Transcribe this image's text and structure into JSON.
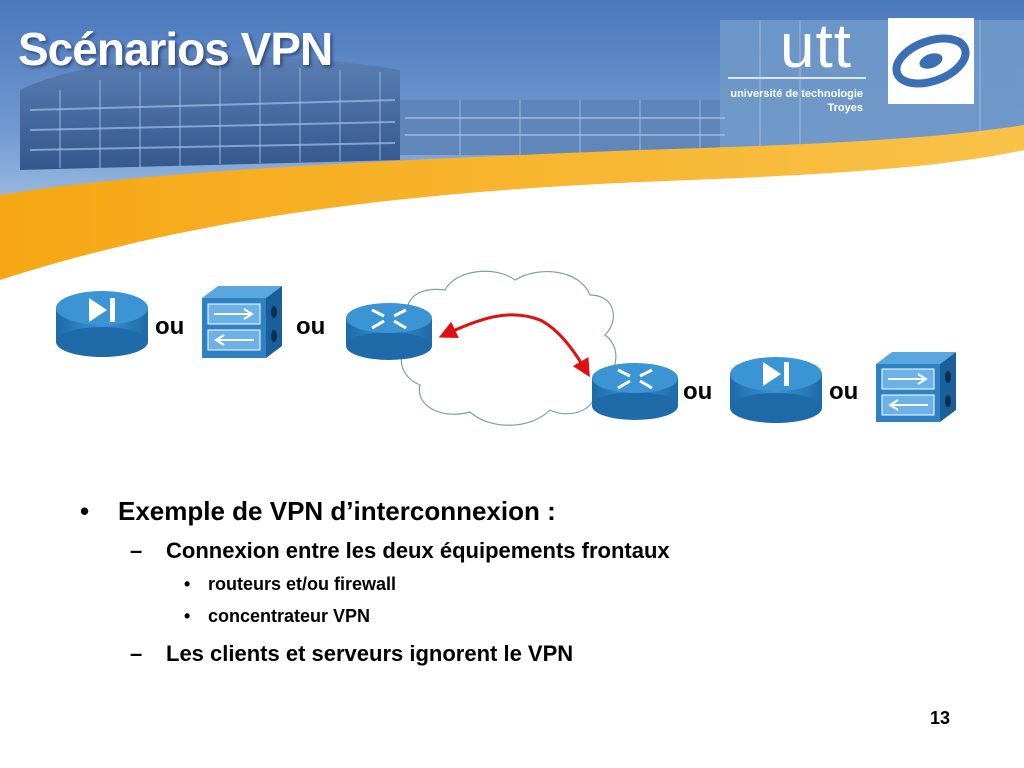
{
  "slide": {
    "title": "Scénarios VPN",
    "page_number": "13"
  },
  "logo": {
    "word": "utt",
    "line1": "université de technologie",
    "line2": "Troyes"
  },
  "diagram": {
    "separators": [
      "ou",
      "ou",
      "ou",
      "ou"
    ]
  },
  "bullets": {
    "level1": {
      "marker": "•",
      "text": "Exemple de VPN d’interconnexion :"
    },
    "level2a": {
      "marker": "–",
      "text": "Connexion entre les deux équipements frontaux"
    },
    "level3": [
      {
        "marker": "•",
        "text": "routeurs et/ou firewall"
      },
      {
        "marker": "•",
        "text": "concentrateur VPN"
      }
    ],
    "level2b": {
      "marker": "–",
      "text": "Les clients et serveurs ignorent le VPN"
    }
  },
  "colors": {
    "header_blue": "#3a6fb3",
    "orange_swoosh": "#f5a81c",
    "device_blue": "#2f82c2",
    "arrow_red": "#e01010"
  }
}
